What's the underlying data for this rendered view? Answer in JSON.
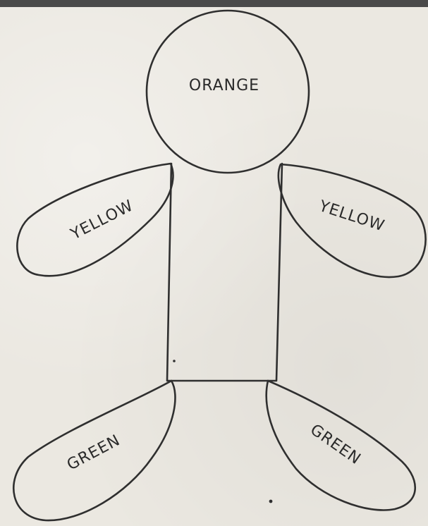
{
  "diagram": {
    "head": {
      "label": "ORANGE"
    },
    "left_arm": {
      "label": "YELLOW"
    },
    "right_arm": {
      "label": "YELLOW"
    },
    "left_leg": {
      "label": "GREEN"
    },
    "right_leg": {
      "label": "GREEN"
    }
  },
  "colors": {
    "ink": "#2f2f2f",
    "paper": "#ebe8e1",
    "top_band": "#4a4a4a"
  }
}
